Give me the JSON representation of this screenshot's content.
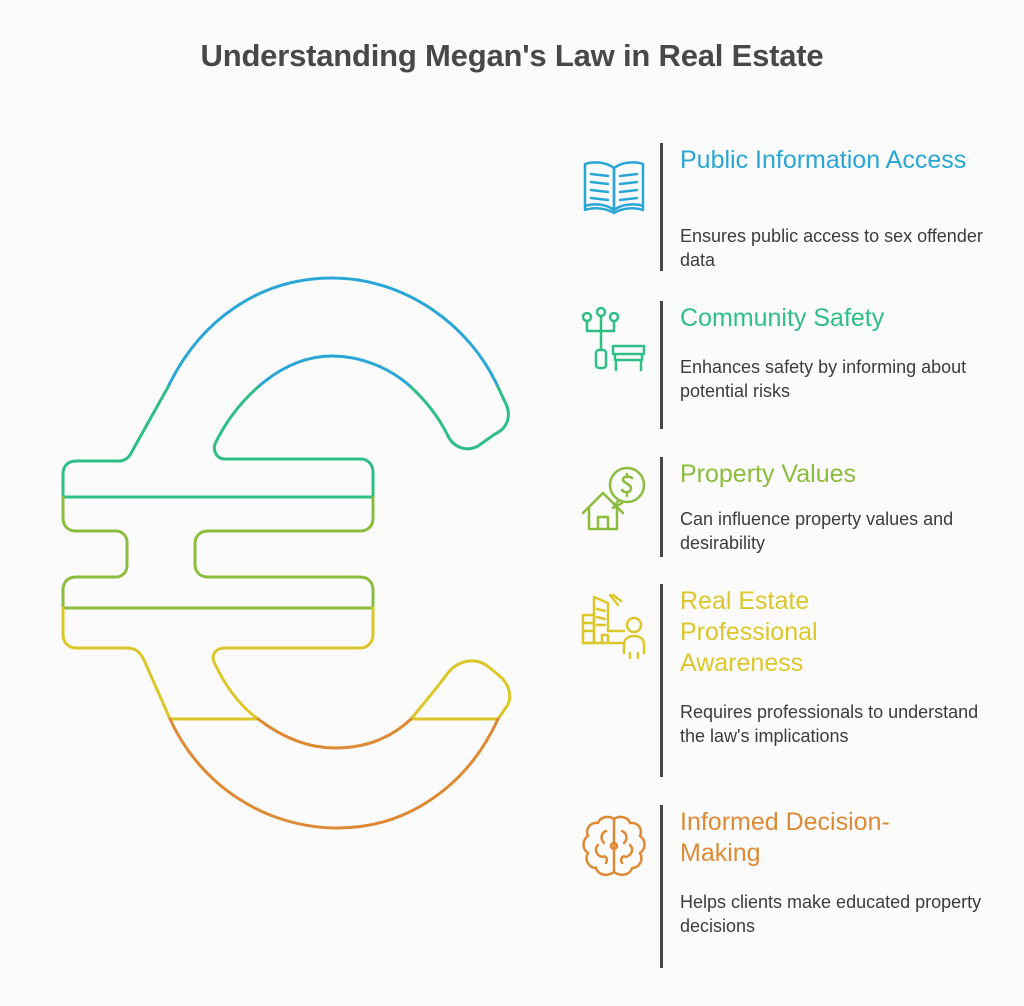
{
  "title": "Understanding Megan's Law in Real Estate",
  "colors": {
    "blue": "#29a6d6",
    "teal": "#2fbf86",
    "green": "#8cbc3c",
    "yellow": "#dcc72a",
    "orange": "#de8a34"
  },
  "items": [
    {
      "title": "Public Information Access",
      "desc": "Ensures public access to sex offender data",
      "icon": "open-book-icon",
      "color": "#29a6d6"
    },
    {
      "title": "Community Safety",
      "desc": "Enhances safety by informing about potential risks",
      "icon": "park-bench-icon",
      "color": "#2fbf86"
    },
    {
      "title": "Property Values",
      "desc": "Can influence property values and desirability",
      "icon": "house-dollar-icon",
      "color": "#8cbc3c"
    },
    {
      "title": "Real Estate Professional Awareness",
      "desc": "Requires professionals to understand the law's implications",
      "icon": "agent-building-icon",
      "color": "#dcc72a"
    },
    {
      "title": "Informed Decision-Making",
      "desc": "Helps clients make educated property decisions",
      "icon": "brain-icon",
      "color": "#de8a34"
    }
  ]
}
